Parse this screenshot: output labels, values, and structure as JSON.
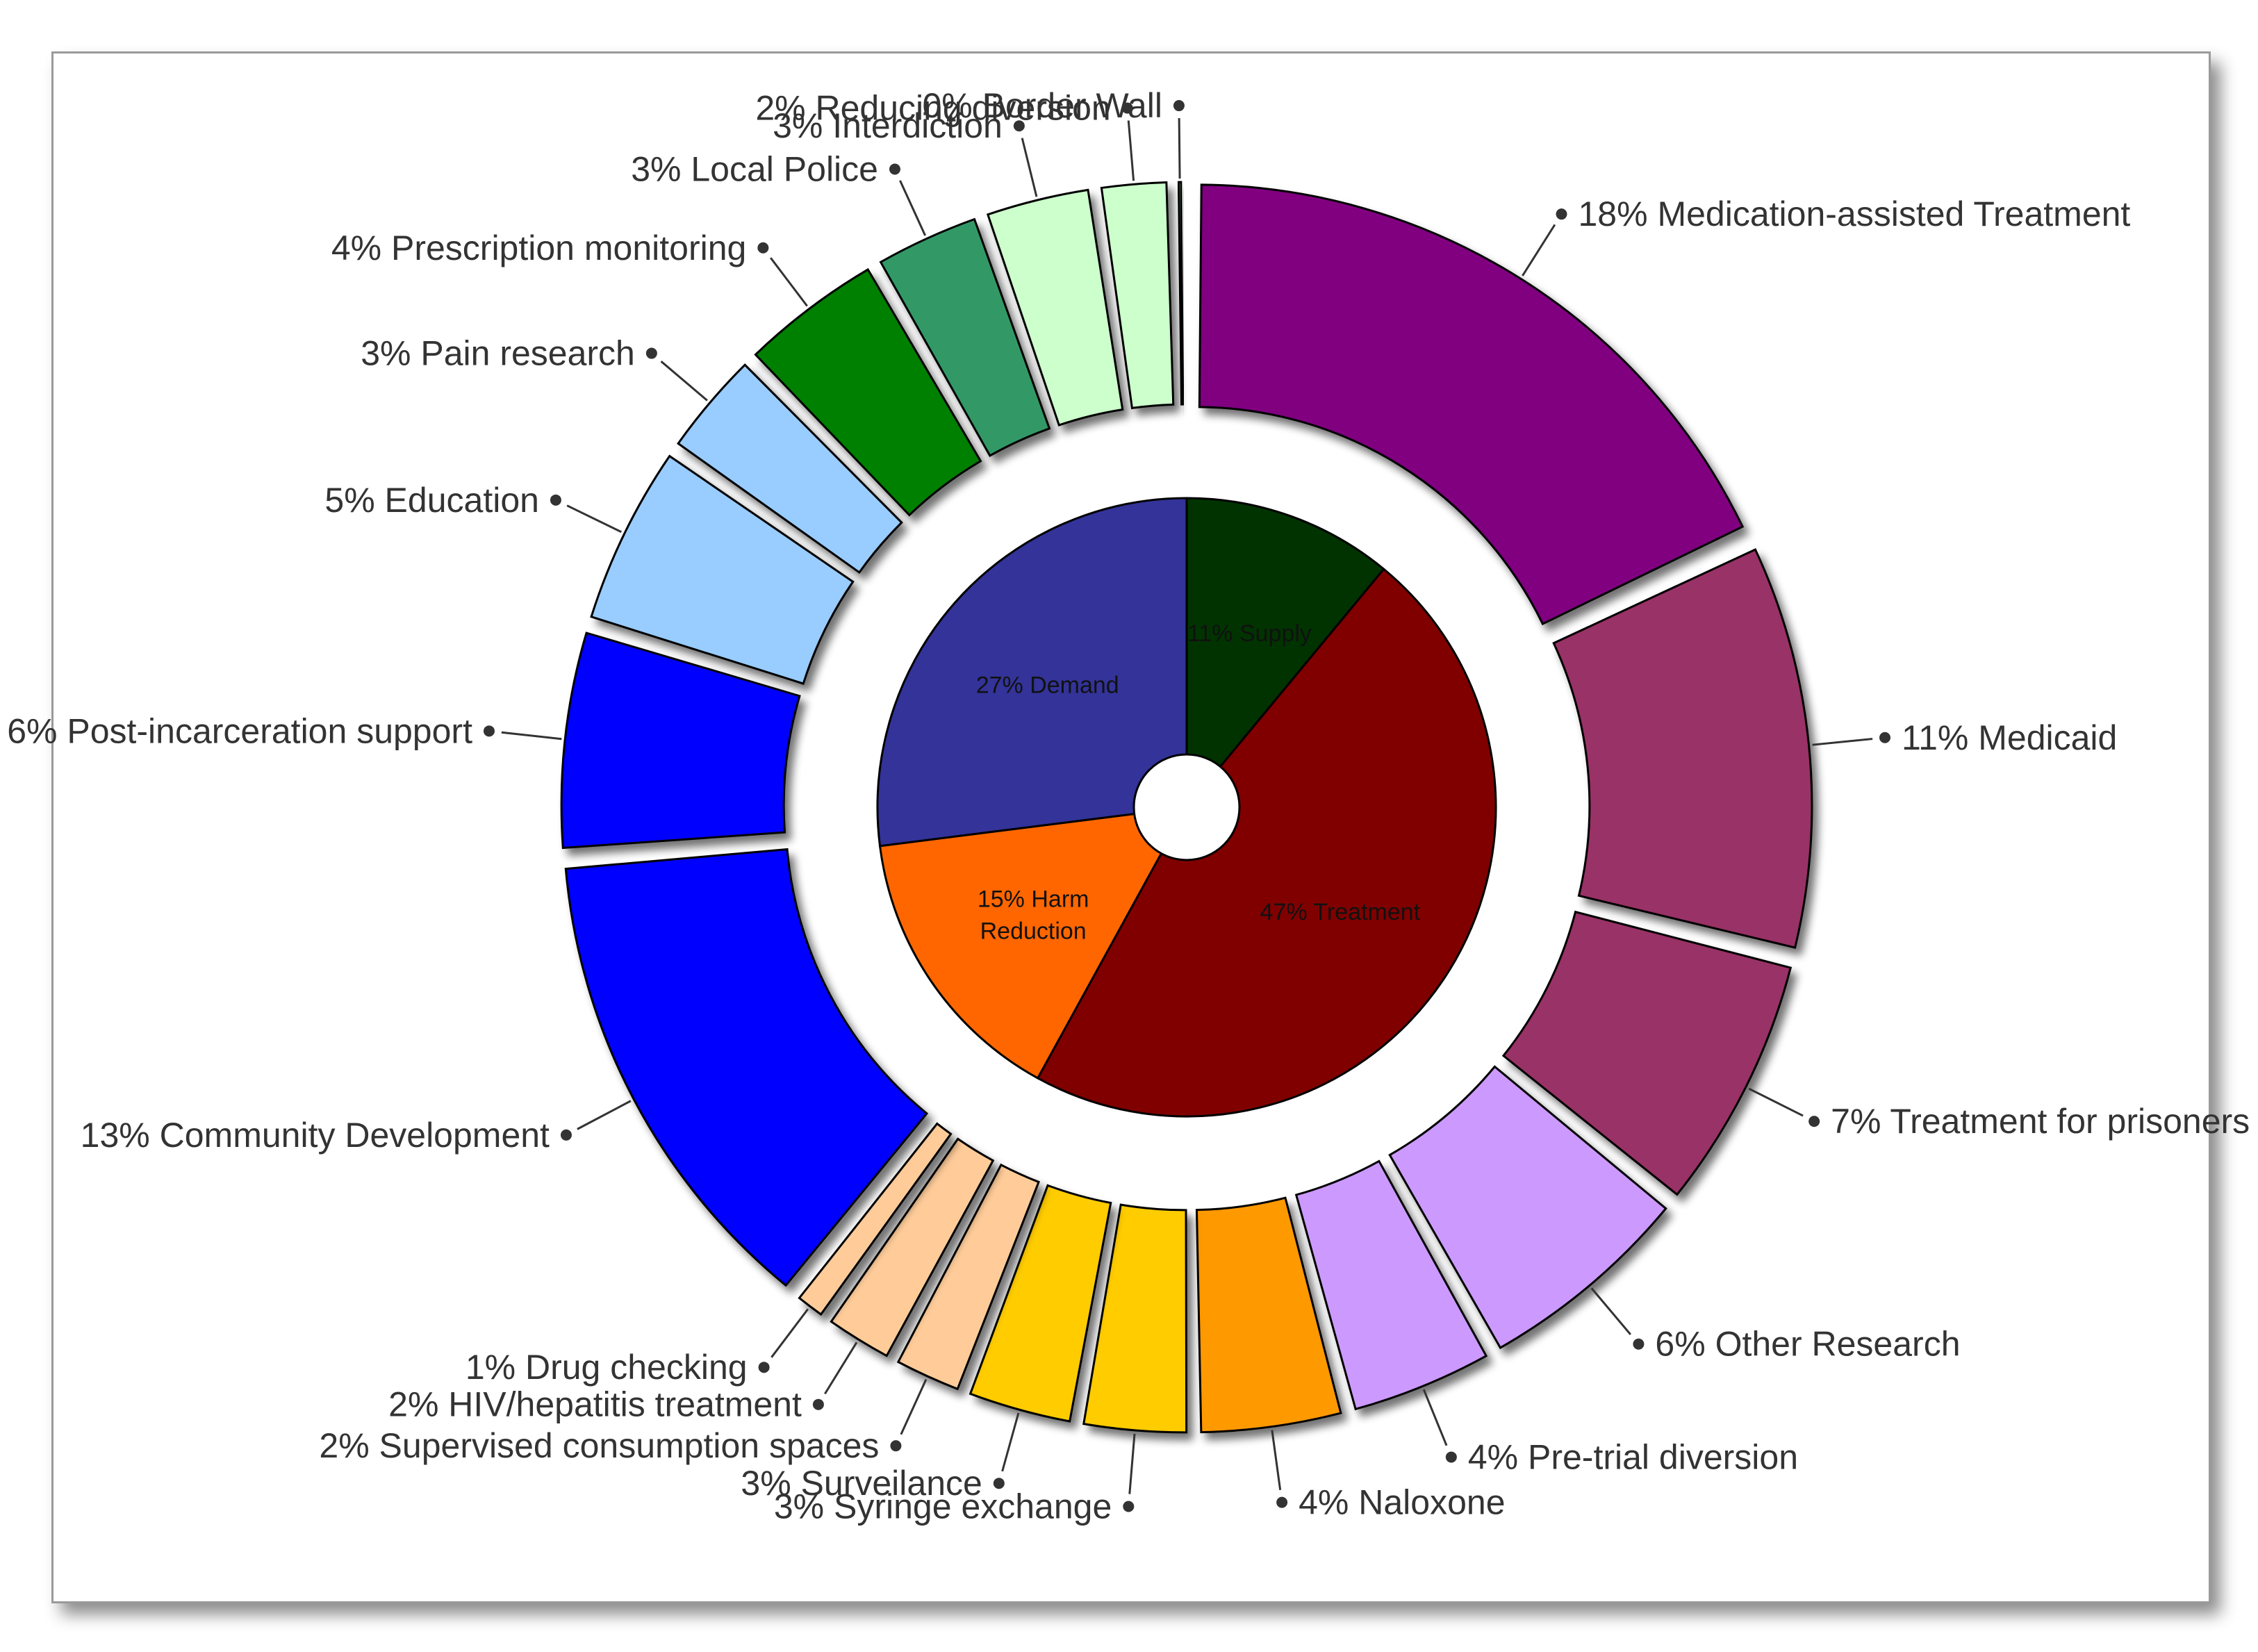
{
  "chart_data": {
    "type": "pie",
    "inner": [
      {
        "label": "11% Supply",
        "value": 11,
        "color": "#003300"
      },
      {
        "label": "47% Treatment",
        "value": 47,
        "color": "#800000"
      },
      {
        "label": "15% Harm Reduction",
        "value": 15,
        "color": "#ff6600"
      },
      {
        "label": "27% Demand",
        "value": 27,
        "color": "#333399"
      }
    ],
    "outer": [
      {
        "label": "18% Medication-assisted Treatment",
        "value": 18,
        "color": "#800080"
      },
      {
        "label": "11% Medicaid",
        "value": 11,
        "color": "#993366"
      },
      {
        "label": "7% Treatment for prisoners",
        "value": 7,
        "color": "#993366"
      },
      {
        "label": "6% Other Research",
        "value": 6,
        "color": "#cc99ff"
      },
      {
        "label": "4% Pre-trial diversion",
        "value": 4,
        "color": "#cc99ff"
      },
      {
        "label": "4% Naloxone",
        "value": 4,
        "color": "#ff9900"
      },
      {
        "label": "3% Syringe exchange",
        "value": 3,
        "color": "#ffcc00"
      },
      {
        "label": "3% Surveilance",
        "value": 3,
        "color": "#ffcc00"
      },
      {
        "label": "2% Supervised consumption spaces",
        "value": 2,
        "color": "#ffcc99"
      },
      {
        "label": "2% HIV/hepatitis treatment",
        "value": 2,
        "color": "#ffcc99"
      },
      {
        "label": "1% Drug checking",
        "value": 1,
        "color": "#ffcc99"
      },
      {
        "label": "13% Community Development",
        "value": 13,
        "color": "#0000ff"
      },
      {
        "label": "6% Post-incarceration support",
        "value": 6,
        "color": "#0000ff"
      },
      {
        "label": "5% Education",
        "value": 5,
        "color": "#99ccff"
      },
      {
        "label": "3% Pain research",
        "value": 3,
        "color": "#99ccff"
      },
      {
        "label": "4% Prescription monitoring",
        "value": 4,
        "color": "#008000"
      },
      {
        "label": "3% Local Police",
        "value": 3,
        "color": "#339966"
      },
      {
        "label": "3% Interdiction",
        "value": 3,
        "color": "#ccffcc"
      },
      {
        "label": "2% Reducing diversion",
        "value": 2,
        "color": "#ccffcc"
      },
      {
        "label": "0% Border Wall",
        "value": 0,
        "color": "#ccffcc"
      }
    ]
  }
}
